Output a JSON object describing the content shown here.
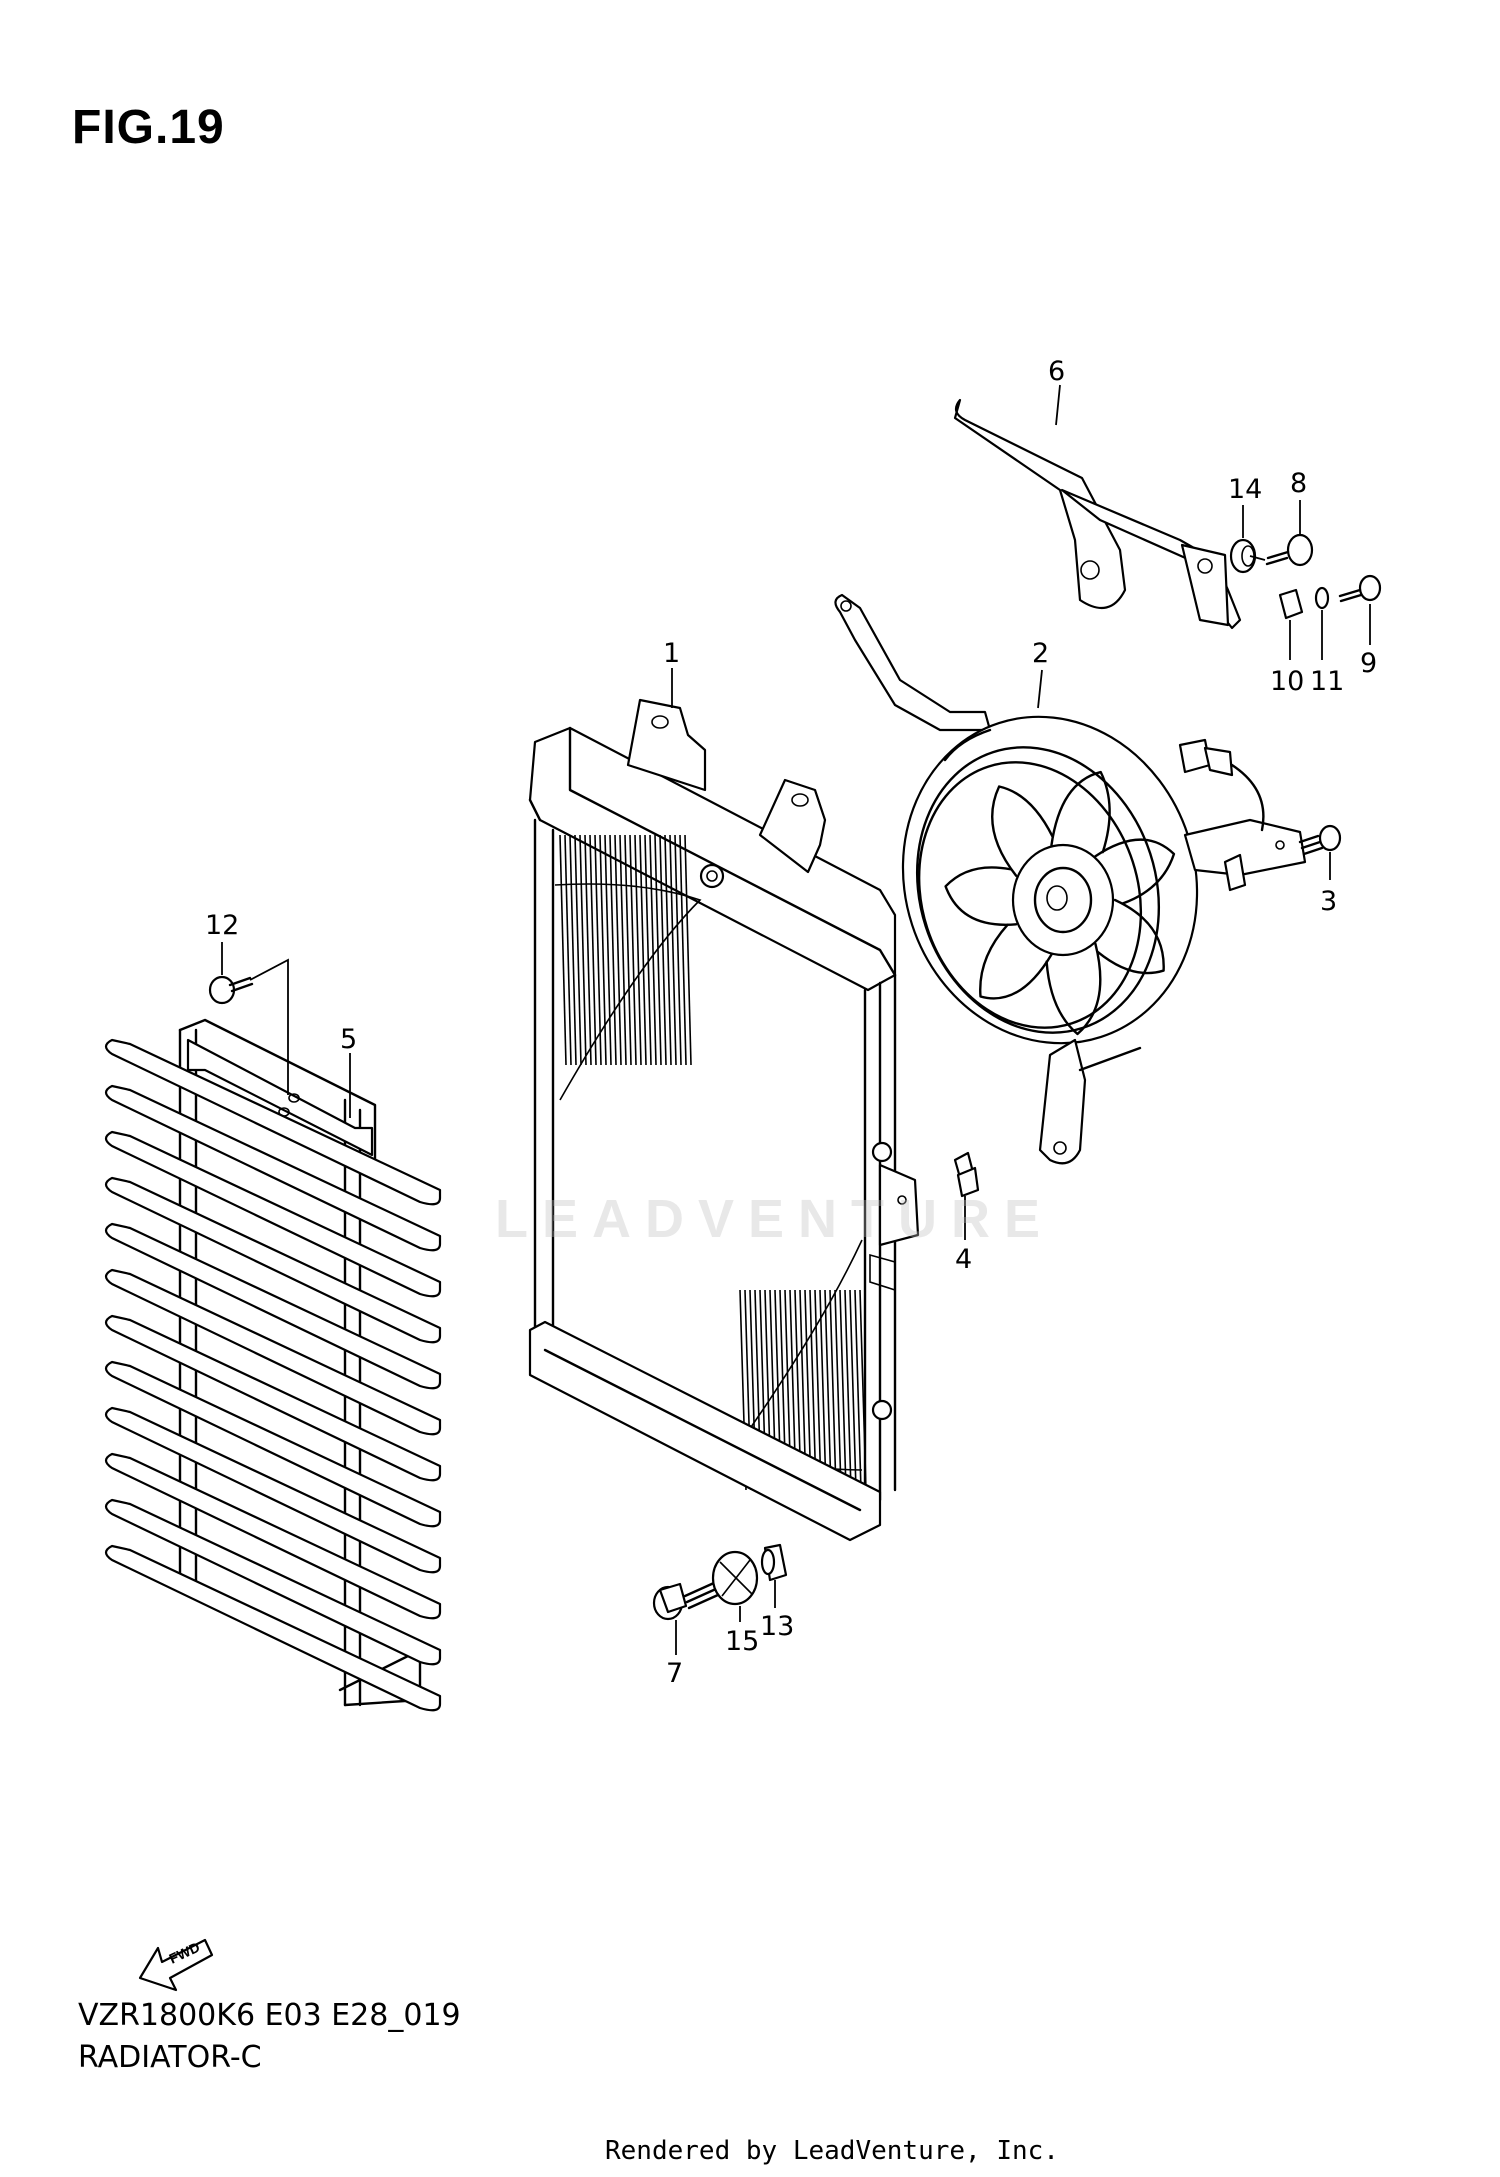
{
  "figure": {
    "title": "FIG.19",
    "model_code": "VZR1800K6 E03 E28_019",
    "section_name": "RADIATOR-C",
    "render_credit": "Rendered by LeadVenture, Inc.",
    "watermark": "LEADVENTURE",
    "forward_label": "FWD"
  },
  "callouts": [
    "1",
    "2",
    "3",
    "4",
    "5",
    "6",
    "7",
    "8",
    "9",
    "10",
    "11",
    "12",
    "13",
    "14",
    "15"
  ],
  "parts": {
    "radiator": "1",
    "cooling_fan": "2",
    "fan_bolt": "3",
    "clip_nut": "4",
    "louver_grill": "5",
    "bracket": "6",
    "mount_bolt": "7",
    "bracket_bolt": "8",
    "small_bolt": "9",
    "collar": "10",
    "washer": "11",
    "grill_screw": "12",
    "lower_collar": "13",
    "grommet": "14",
    "lower_cushion": "15"
  }
}
